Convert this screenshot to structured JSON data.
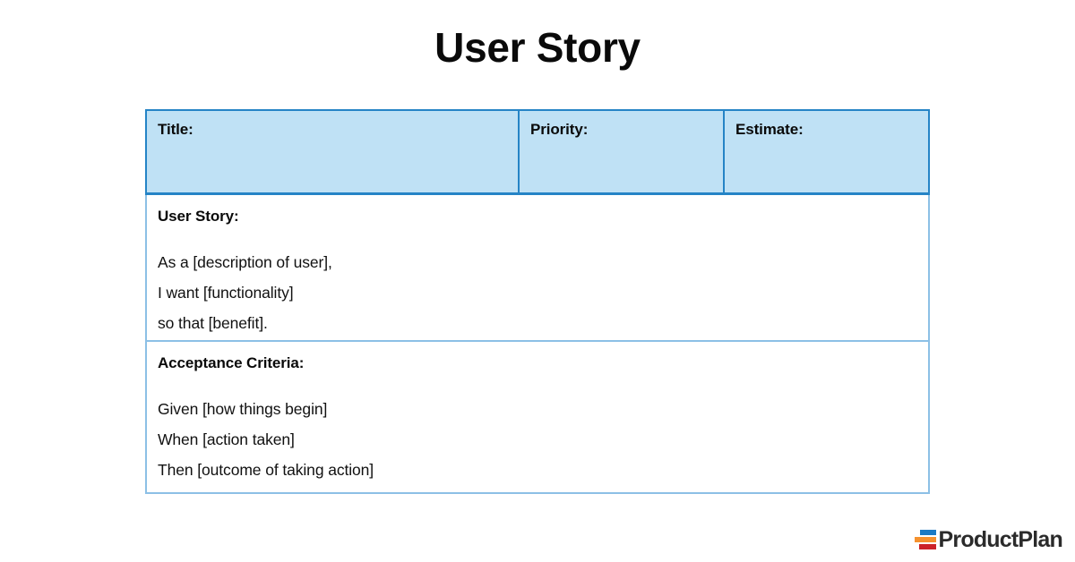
{
  "page": {
    "title": "User Story",
    "background_color": "#ffffff"
  },
  "colors": {
    "header_fill": "#bfe1f5",
    "header_border": "#2584c6",
    "body_border": "#8cc0e6",
    "text": "#111111",
    "logo_blue": "#1b7ac4",
    "logo_orange": "#f5922f",
    "logo_red": "#cc2229",
    "logo_wordmark": "#2b2b2b"
  },
  "table": {
    "header_row": {
      "cells": [
        {
          "label": "Title:",
          "value": ""
        },
        {
          "label": "Priority:",
          "value": ""
        },
        {
          "label": "Estimate:",
          "value": ""
        }
      ]
    },
    "user_story": {
      "label": "User Story:",
      "lines": [
        "As a [description of user],",
        "I want [functionality]",
        "so that [benefit]."
      ]
    },
    "acceptance_criteria": {
      "label": "Acceptance Criteria:",
      "lines": [
        "Given [how things begin]",
        "When [action taken]",
        "Then [outcome of taking action]"
      ]
    }
  },
  "logo": {
    "wordmark": "ProductPlan",
    "mark_icon": "productplan-bars-icon"
  }
}
